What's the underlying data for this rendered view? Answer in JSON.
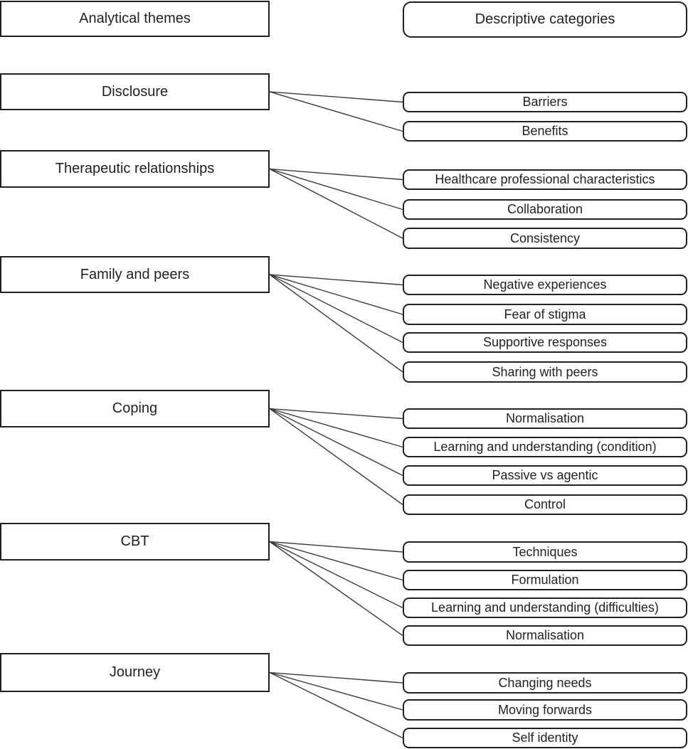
{
  "diagram": {
    "left_header": "Analytical themes",
    "right_header": "Descriptive categories",
    "themes": [
      {
        "label": "Disclosure",
        "categories": [
          "Barriers",
          "Benefits"
        ]
      },
      {
        "label": "Therapeutic relationships",
        "categories": [
          "Healthcare professional characteristics",
          "Collaboration",
          "Consistency"
        ]
      },
      {
        "label": "Family and peers",
        "categories": [
          "Negative experiences",
          "Fear of stigma",
          "Supportive responses",
          "Sharing with peers"
        ]
      },
      {
        "label": "Coping",
        "categories": [
          "Normalisation",
          "Learning and understanding (condition)",
          "Passive vs agentic",
          "Control"
        ]
      },
      {
        "label": "CBT",
        "categories": [
          "Techniques",
          "Formulation",
          "Learning and understanding (difficulties)",
          "Normalisation"
        ]
      },
      {
        "label": "Journey",
        "categories": [
          "Changing needs",
          "Moving forwards",
          "Self identity"
        ]
      }
    ],
    "colors": {
      "border": "#231f20",
      "text": "#231f20",
      "line": "#3a3a3a",
      "background": "#ffffff"
    }
  }
}
